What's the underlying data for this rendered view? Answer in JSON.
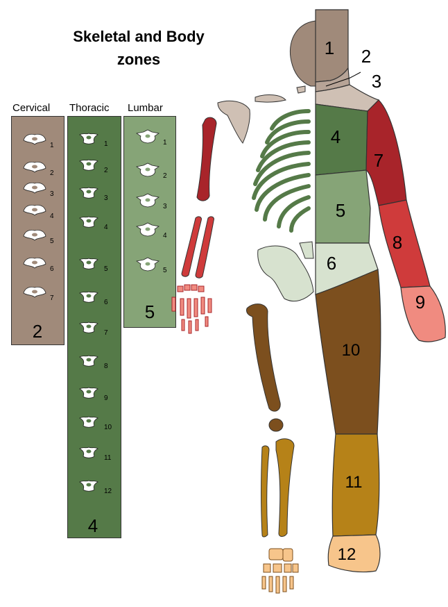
{
  "title": {
    "line1": "Skeletal and Body",
    "line2": "zones"
  },
  "columns": {
    "cervical": {
      "label": "Cervical",
      "zone": "2",
      "vertebrae": [
        "1",
        "2",
        "3",
        "4",
        "5",
        "6",
        "7"
      ],
      "color": "#a08a7a"
    },
    "thoracic": {
      "label": "Thoracic",
      "zone": "4",
      "vertebrae": [
        "1",
        "2",
        "3",
        "4",
        "5",
        "6",
        "7",
        "8",
        "9",
        "10",
        "11",
        "12"
      ],
      "color": "#557a48"
    },
    "lumbar": {
      "label": "Lumbar",
      "zone": "5",
      "vertebrae": [
        "1",
        "2",
        "3",
        "4",
        "5"
      ],
      "color": "#86a477"
    }
  },
  "body_zones": [
    {
      "label": "1",
      "color": "#a08a7a"
    },
    {
      "label": "2",
      "color": "#b7a497"
    },
    {
      "label": "3",
      "color": "#cfc0b4"
    },
    {
      "label": "4",
      "color": "#557a48"
    },
    {
      "label": "5",
      "color": "#86a477"
    },
    {
      "label": "6",
      "color": "#d7e2cf"
    },
    {
      "label": "7",
      "color": "#a8242a"
    },
    {
      "label": "8",
      "color": "#cf3b3b"
    },
    {
      "label": "9",
      "color": "#f08b80"
    },
    {
      "label": "10",
      "color": "#7c4f1e"
    },
    {
      "label": "11",
      "color": "#b68218"
    },
    {
      "label": "12",
      "color": "#f7c58b"
    }
  ]
}
